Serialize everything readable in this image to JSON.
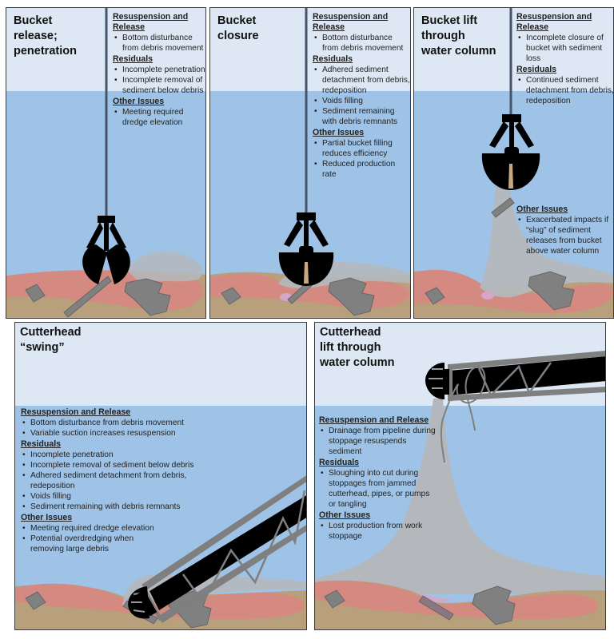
{
  "panels": [
    {
      "id": "bucket-release",
      "title": [
        "Bucket",
        "release;",
        "penetration"
      ],
      "sections": [
        {
          "heading": "Resuspension and Release",
          "items": [
            "Bottom disturbance from debris movement"
          ]
        },
        {
          "heading": "Residuals",
          "items": [
            "Incomplete penetration",
            "Incomplete removal of sediment below debris"
          ]
        },
        {
          "heading": "Other Issues",
          "items": [
            "Meeting required dredge elevation"
          ]
        }
      ]
    },
    {
      "id": "bucket-closure",
      "title": [
        "Bucket",
        "closure"
      ],
      "sections": [
        {
          "heading": "Resuspension and Release",
          "items": [
            "Bottom disturbance from debris movement"
          ]
        },
        {
          "heading": "Residuals",
          "items": [
            "Adhered sediment detachment from debris, redeposition",
            "Voids filling",
            "Sediment remaining with debris remnants"
          ]
        },
        {
          "heading": "Other Issues",
          "items": [
            "Partial bucket filling reduces efficiency",
            "Reduced production rate"
          ]
        }
      ]
    },
    {
      "id": "bucket-lift",
      "title": [
        "Bucket lift",
        "through",
        "water column"
      ],
      "sections": [
        {
          "heading": "Resuspension and Release",
          "items": [
            "Incomplete closure of bucket with sediment loss"
          ]
        },
        {
          "heading": "Residuals",
          "items": [
            "Continued sediment detachment from debris, redeposition"
          ]
        }
      ],
      "lower_sections": [
        {
          "heading": "Other Issues",
          "items": [
            "Exacerbated impacts if “slug” of sediment releases from bucket above water column"
          ]
        }
      ]
    },
    {
      "id": "cutterhead-swing",
      "title": [
        "Cutterhead",
        "“swing”"
      ],
      "sections": [
        {
          "heading": "Resuspension and Release",
          "items": [
            "Bottom disturbance from debris movement",
            "Variable suction increases resuspension"
          ]
        },
        {
          "heading": "Residuals",
          "items": [
            "Incomplete penetration",
            "Incomplete removal of sediment below debris",
            "Adhered sediment detachment from debris, redeposition",
            "Voids filling",
            "Sediment remaining with debris remnants"
          ]
        },
        {
          "heading": "Other Issues",
          "items": [
            "Meeting required dredge elevation",
            "Potential overdredging when removing large debris"
          ]
        }
      ]
    },
    {
      "id": "cutterhead-lift",
      "title": [
        "Cutterhead",
        "lift through",
        "water column"
      ],
      "sections": [
        {
          "heading": "Resuspension and Release",
          "items": [
            "Drainage from pipeline during stoppage resuspends sediment"
          ]
        },
        {
          "heading": "Residuals",
          "items": [
            "Sloughing into cut during stoppages from jammed cutterhead, pipes, or pumps or tangling"
          ]
        },
        {
          "heading": "Other Issues",
          "items": [
            "Lost production from work stoppage"
          ]
        }
      ]
    }
  ],
  "colors": {
    "sky": "#dde8f4",
    "water": "#9fc3e6",
    "sediment": "#b9a07c",
    "contaminated": "#d48a80",
    "plume": "#b4b8bd",
    "debris": "#808080",
    "equipment": "#000000",
    "cable": "#44546a"
  }
}
